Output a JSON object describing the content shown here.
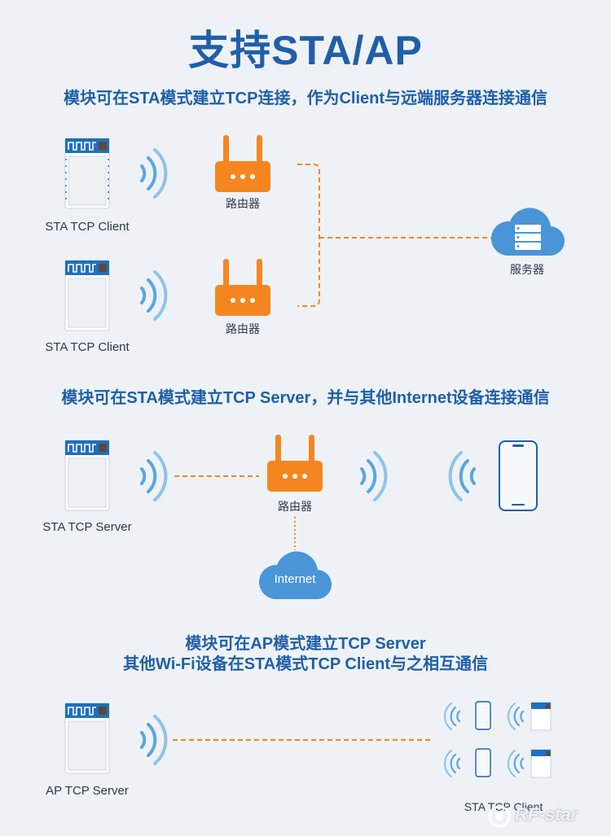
{
  "title": "支持STA/AP",
  "section1": {
    "heading": "模块可在STA模式建立TCP连接，作为Client与远端服务器连接通信",
    "module_label_1": "STA TCP Client",
    "module_label_2": "STA TCP Client",
    "router_label_1": "路由器",
    "router_label_2": "路由器",
    "server_label": "服务器"
  },
  "section2": {
    "heading": "模块可在STA模式建立TCP Server，并与其他Internet设备连接通信",
    "module_label": "STA TCP Server",
    "router_label": "路由器",
    "cloud_label": "Internet"
  },
  "section3": {
    "heading_line1": "模块可在AP模式建立TCP Server",
    "heading_line2": "其他Wi-Fi设备在STA模式TCP Client与之相互通信",
    "module_label": "AP TCP Server",
    "clients_label": "STA TCP Client"
  },
  "watermark": "RF-star",
  "colors": {
    "primary_blue": "#1f5fa8",
    "orange": "#f5861f",
    "wifi_blue": "#5aa6e0"
  }
}
